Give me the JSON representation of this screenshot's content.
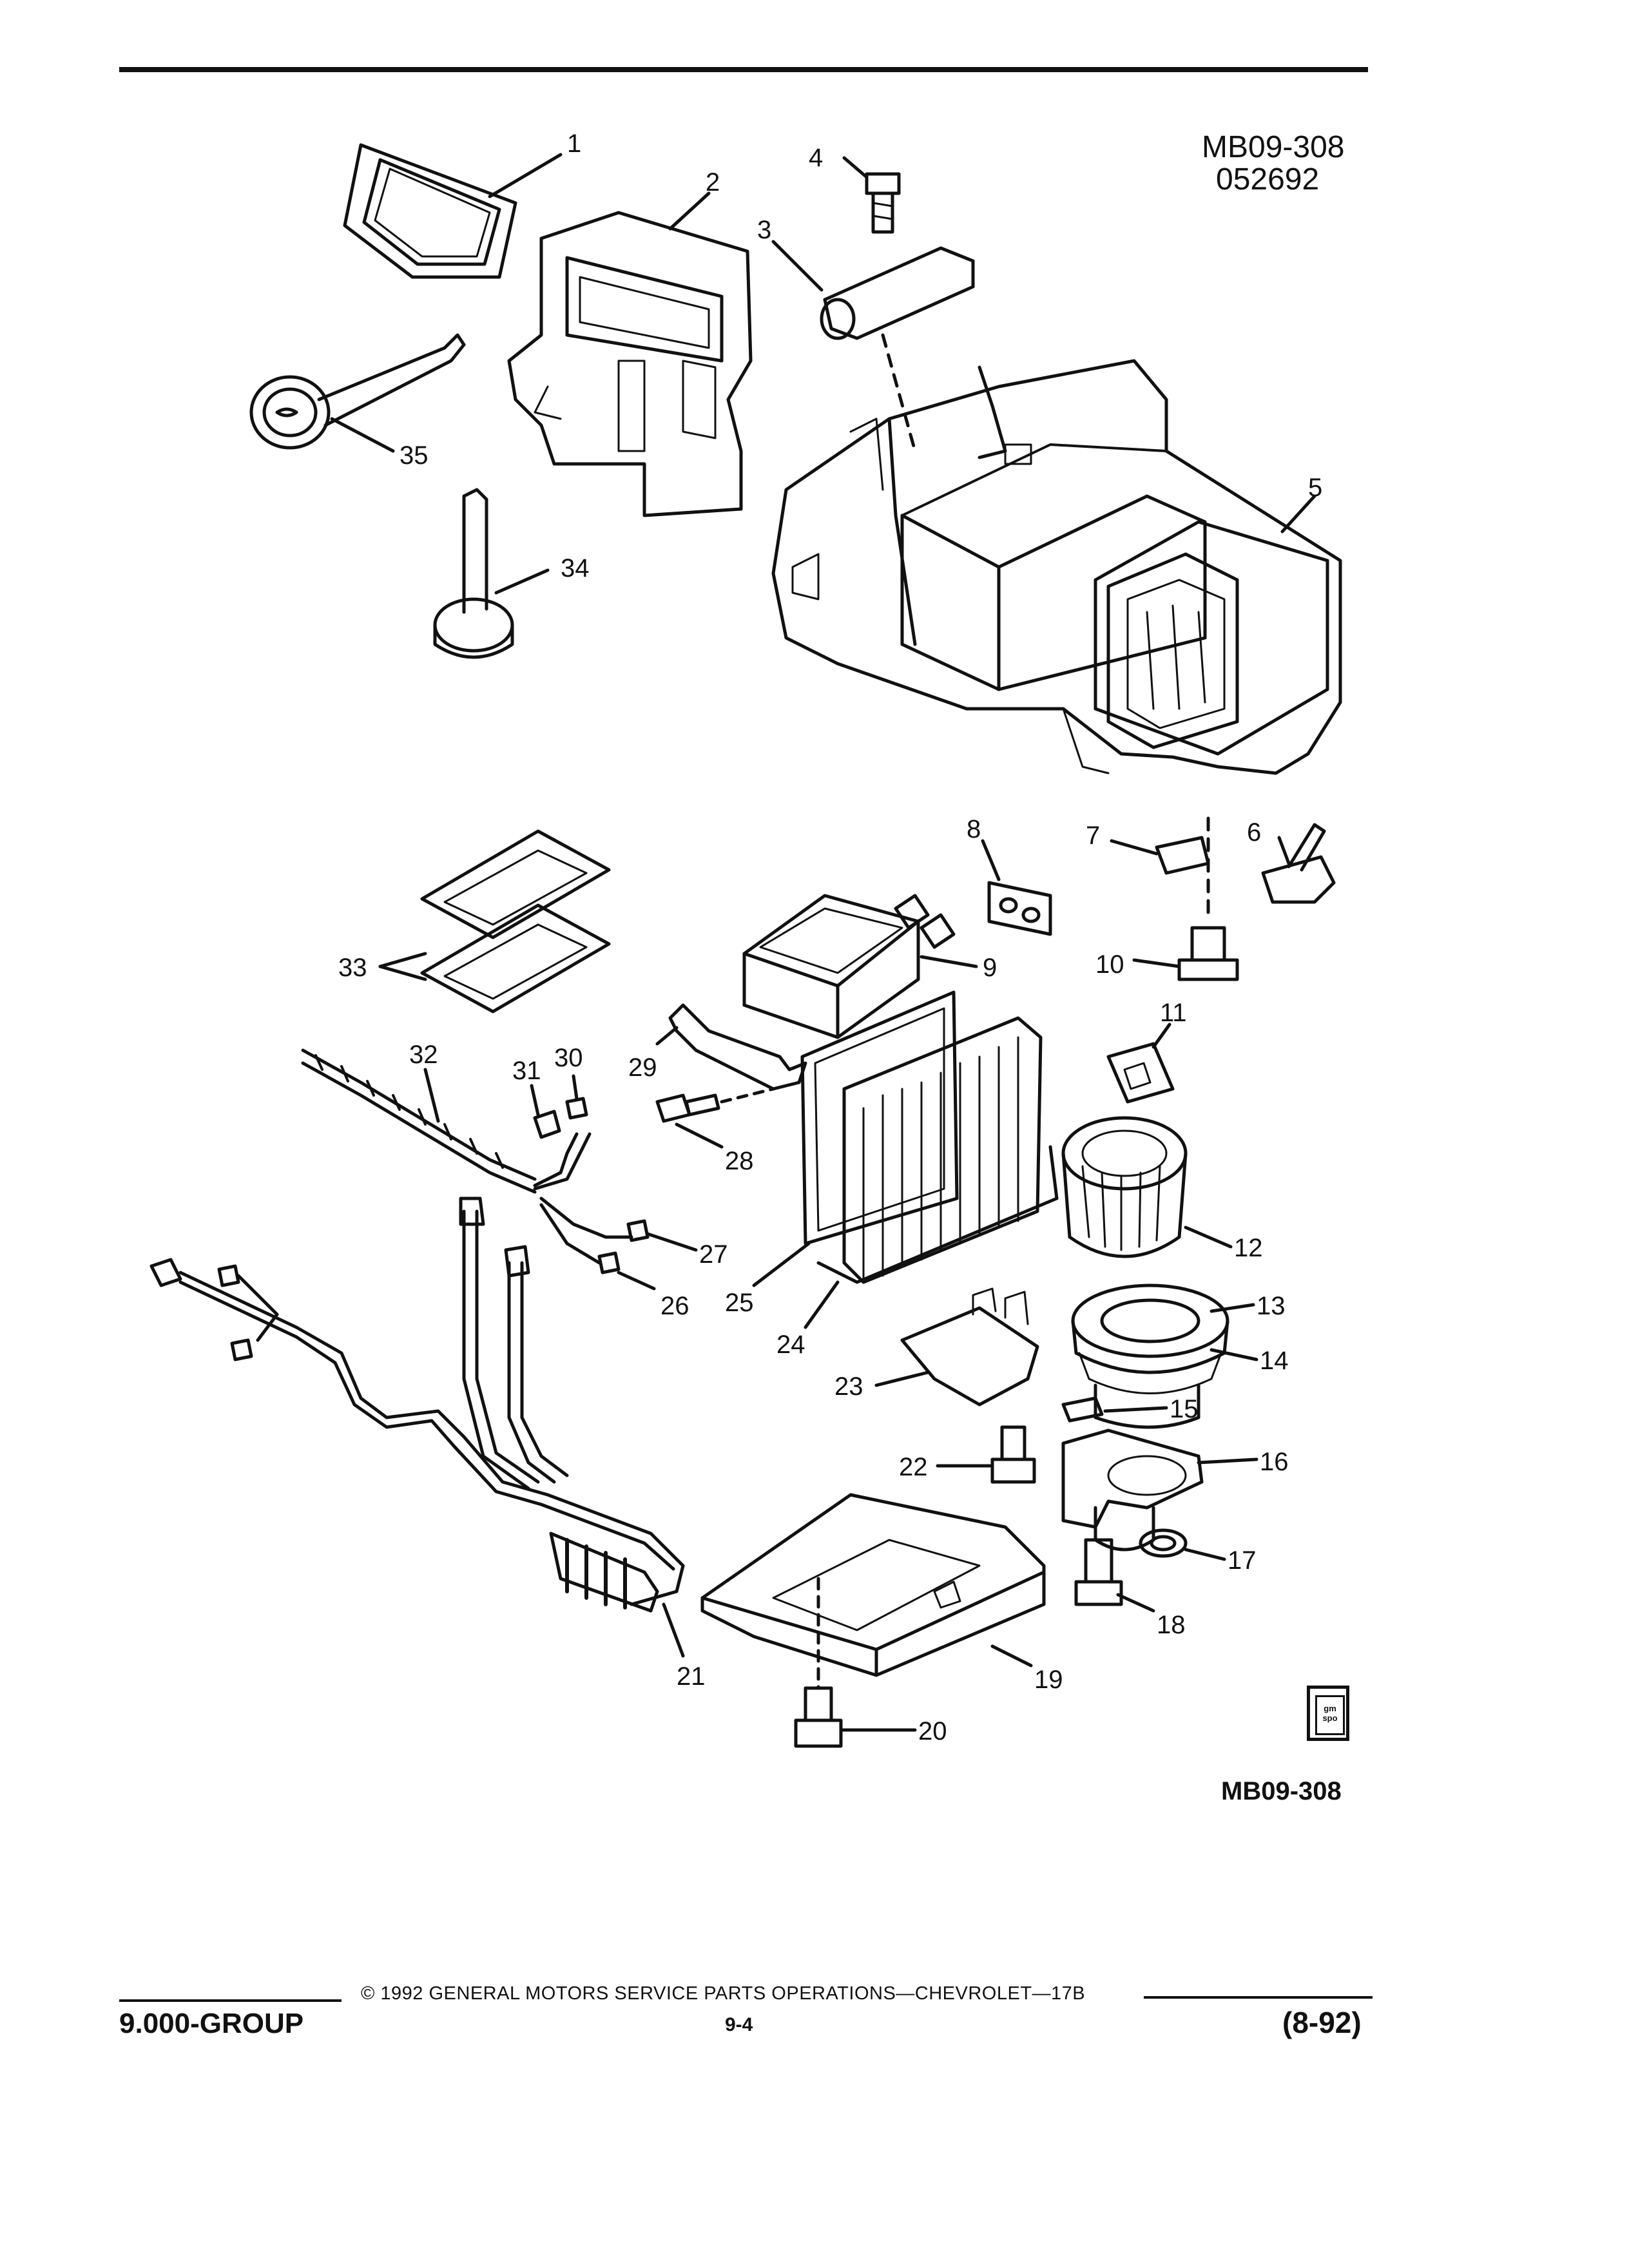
{
  "header": {
    "ref_code": "MB09-308",
    "ref_date": "052692"
  },
  "diagram": {
    "callouts": [
      "1",
      "2",
      "3",
      "4",
      "5",
      "6",
      "7",
      "8",
      "9",
      "10",
      "11",
      "12",
      "13",
      "14",
      "15",
      "16",
      "17",
      "18",
      "19",
      "20",
      "21",
      "22",
      "23",
      "24",
      "25",
      "26",
      "27",
      "28",
      "29",
      "30",
      "31",
      "32",
      "33",
      "34",
      "35"
    ]
  },
  "figure_ref": "MB09-308",
  "logo": {
    "text_top": "gm",
    "text_bottom": "spo"
  },
  "footer": {
    "copyright": "© 1992 GENERAL MOTORS SERVICE PARTS OPERATIONS—CHEVROLET—17B",
    "group": "9.000-GROUP",
    "page": "9-4",
    "date": "(8-92)"
  }
}
